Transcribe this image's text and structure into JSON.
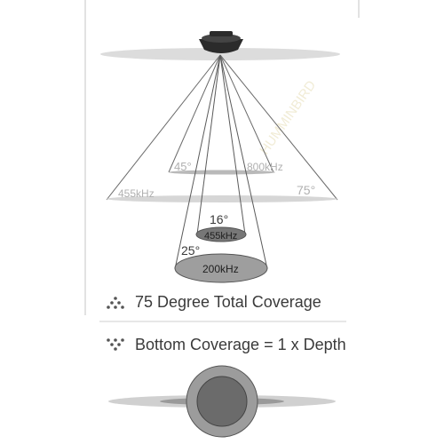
{
  "diagram": {
    "wide_beam": {
      "inner_angle_label": "45°",
      "inner_freq_label": "800kHz",
      "outer_freq_label": "455kHz",
      "outer_angle_label": "75°"
    },
    "down_beam": {
      "inner_angle_label": "16°",
      "inner_freq_label": "455kHz",
      "outer_angle_label": "25°",
      "outer_freq_label": "200kHz"
    },
    "watermark_text": "HUMMINBIRD"
  },
  "legend": {
    "total_coverage_label": "75 Degree Total Coverage",
    "bottom_coverage_label": "Bottom Coverage = 1 x Depth"
  },
  "colors": {
    "line": "#5a5a5a",
    "gray_light": "#d4d4d4",
    "gray_mid": "#9e9e9e",
    "gray_dark": "#6e6e6e",
    "text": "#3a3a3a",
    "watermark": "#f1ecd6"
  },
  "icons": {
    "transducer": "transducer-icon",
    "total_coverage": "triangle-dots-icon",
    "bottom_coverage": "inverted-triangle-dots-icon"
  }
}
